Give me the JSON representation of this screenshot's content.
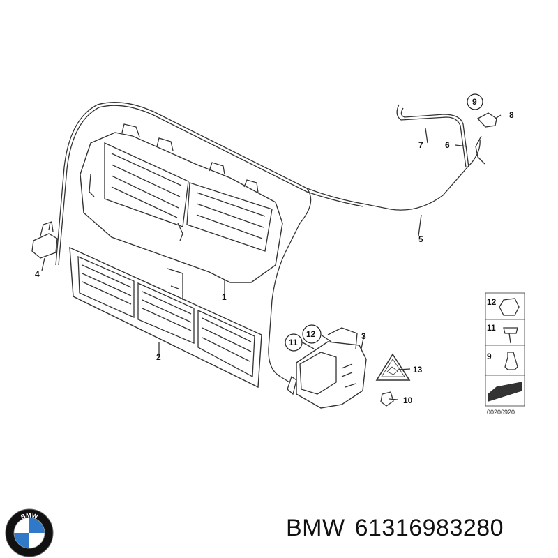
{
  "callouts": {
    "c1": "1",
    "c2": "2",
    "c3": "3",
    "c4": "4",
    "c5": "5",
    "c6": "6",
    "c7": "7",
    "c8": "8",
    "c9a": "9",
    "c10": "10",
    "c11a": "11",
    "c12a": "12",
    "c13": "13"
  },
  "legend": {
    "l12": "12",
    "l11": "11",
    "l9": "9",
    "ref_number": "00206920"
  },
  "footer": {
    "brand": "BMW",
    "part_number": "61316983280"
  },
  "logo": {
    "letters": "BMW",
    "colors": {
      "ring": "#111111",
      "blue": "#2f79c8",
      "white": "#ffffff"
    }
  }
}
